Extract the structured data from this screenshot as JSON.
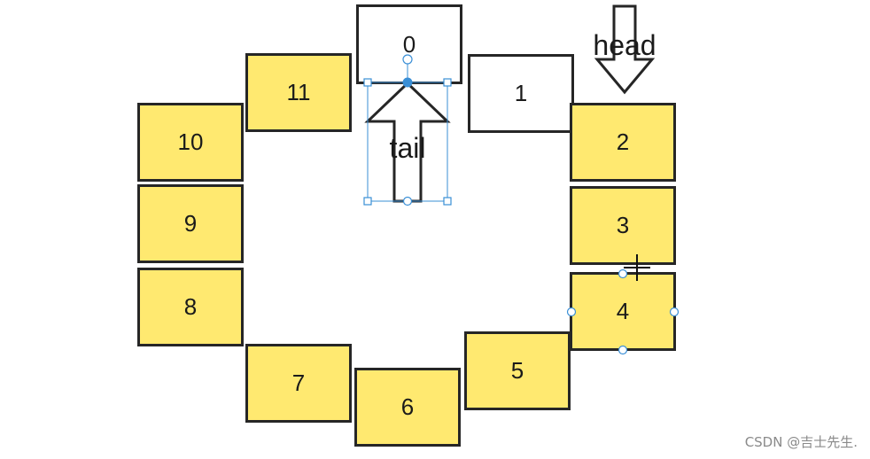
{
  "queue": {
    "cells": [
      {
        "label": "0",
        "filled": false
      },
      {
        "label": "1",
        "filled": false
      },
      {
        "label": "2",
        "filled": true
      },
      {
        "label": "3",
        "filled": true
      },
      {
        "label": "4",
        "filled": true
      },
      {
        "label": "5",
        "filled": true
      },
      {
        "label": "6",
        "filled": true
      },
      {
        "label": "7",
        "filled": true
      },
      {
        "label": "8",
        "filled": true
      },
      {
        "label": "9",
        "filled": true
      },
      {
        "label": "10",
        "filled": true
      },
      {
        "label": "11",
        "filled": true
      }
    ],
    "head_label": "head",
    "tail_label": "tail"
  },
  "colors": {
    "filled": "#ffe970",
    "empty": "#ffffff",
    "border": "#262626",
    "selection": "#3a8fd6"
  },
  "watermark": "CSDN @吉士先生."
}
